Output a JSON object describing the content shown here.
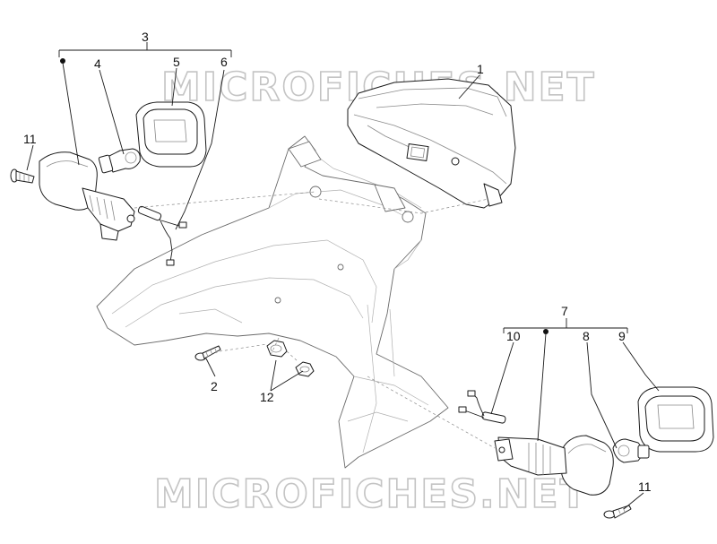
{
  "watermark": {
    "text": "MICROFICHES.NET"
  },
  "callouts": {
    "c1": "1",
    "c2": "2",
    "c3": "3",
    "c4": "4",
    "c5": "5",
    "c6": "6",
    "c7": "7",
    "c8": "8",
    "c9": "9",
    "c10": "10",
    "c11a": "11",
    "c11b": "11",
    "c12": "12"
  },
  "colors": {
    "ink": "#1a1a1a",
    "watermark_outline": "#c4c4c4"
  }
}
